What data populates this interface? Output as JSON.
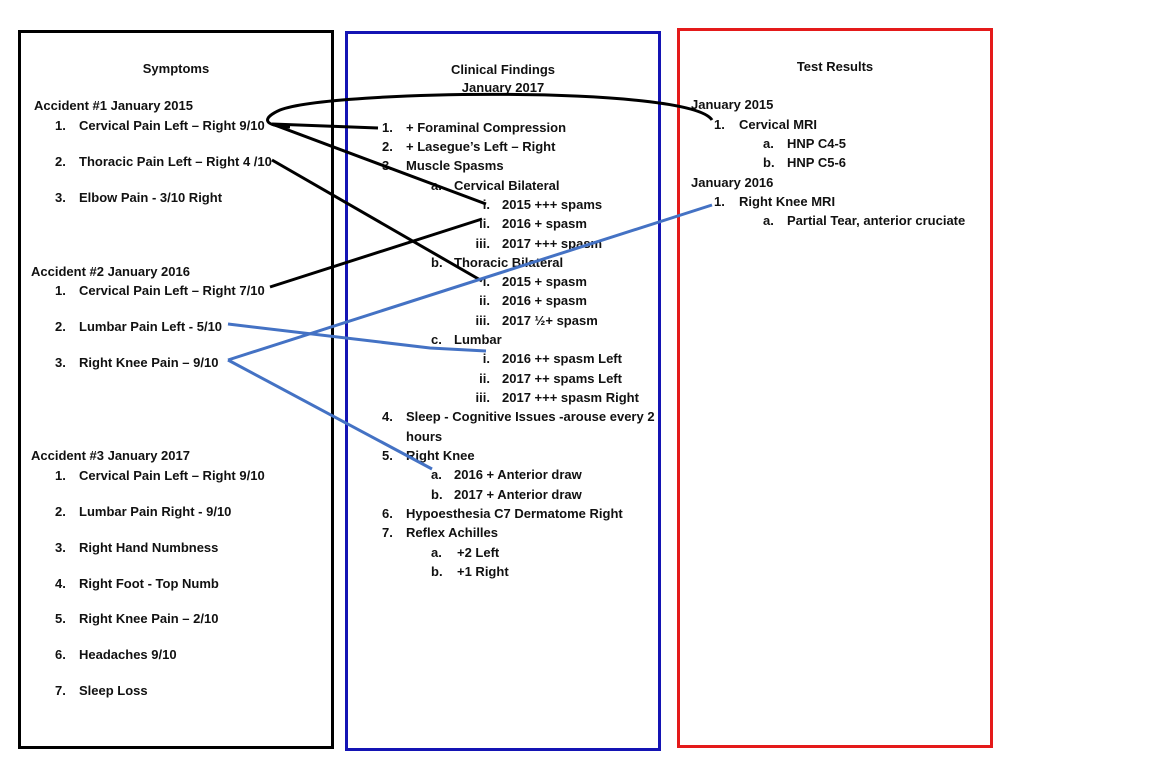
{
  "symptoms": {
    "title": "Symptoms",
    "acc1": {
      "heading": "Accident #1 January 2015",
      "items": [
        {
          "n": "1.",
          "t": "Cervical Pain Left – Right 9/10"
        },
        {
          "n": "2.",
          "t": "Thoracic Pain Left – Right 4 /10"
        },
        {
          "n": "3.",
          "t": "Elbow Pain - 3/10 Right"
        }
      ]
    },
    "acc2": {
      "heading": "Accident #2 January 2016",
      "items": [
        {
          "n": "1.",
          "t": "Cervical Pain Left – Right 7/10"
        },
        {
          "n": "2.",
          "t": "Lumbar Pain Left - 5/10"
        },
        {
          "n": "3.",
          "t": "Right Knee Pain – 9/10"
        }
      ]
    },
    "acc3": {
      "heading": "Accident #3 January 2017",
      "items": [
        {
          "n": "1.",
          "t": "Cervical Pain Left – Right 9/10"
        },
        {
          "n": "2.",
          "t": "Lumbar Pain Right - 9/10"
        },
        {
          "n": "3.",
          "t": "Right Hand Numbness"
        },
        {
          "n": "4.",
          "t": "Right Foot - Top Numb"
        },
        {
          "n": "5.",
          "t": "Right Knee Pain – 2/10"
        },
        {
          "n": "6.",
          "t": "Headaches 9/10"
        },
        {
          "n": "7.",
          "t": "Sleep Loss"
        }
      ]
    }
  },
  "findings": {
    "title": "Clinical Findings",
    "subtitle": "January 2017",
    "i1": {
      "n": "1.",
      "t": "+ Foraminal Compression"
    },
    "i2": {
      "n": "2.",
      "t": "+ Lasegue’s Left – Right"
    },
    "i3": {
      "n": "3.",
      "t": "Muscle Spasms"
    },
    "i3a": {
      "n": "a.",
      "t": "Cervical Bilateral"
    },
    "i3a1": {
      "n": "i.",
      "t": "2015 +++ spams"
    },
    "i3a2": {
      "n": "ii.",
      "t": "2016 + spasm"
    },
    "i3a3": {
      "n": "iii.",
      "t": "2017 +++ spasm"
    },
    "i3b": {
      "n": "b.",
      "t": "Thoracic Bilateral"
    },
    "i3b1": {
      "n": "i.",
      "t": "2015 + spasm"
    },
    "i3b2": {
      "n": "ii.",
      "t": "2016 + spasm"
    },
    "i3b3": {
      "n": "iii.",
      "t": "2017 ½+ spasm"
    },
    "i3c": {
      "n": "c.",
      "t": "Lumbar"
    },
    "i3c1": {
      "n": "i.",
      "t": "2016 ++ spasm Left"
    },
    "i3c2": {
      "n": "ii.",
      "t": "2017 ++ spams Left"
    },
    "i3c3": {
      "n": "iii.",
      "t": "2017 +++ spasm Right"
    },
    "i4": {
      "n": "4.",
      "t": "Sleep - Cognitive Issues -arouse every 2",
      "t2": "hours"
    },
    "i5": {
      "n": "5.",
      "t": "Right Knee"
    },
    "i5a": {
      "n": "a.",
      "t": "2016 + Anterior draw"
    },
    "i5b": {
      "n": "b.",
      "t": "2017 + Anterior draw"
    },
    "i6": {
      "n": "6.",
      "t": "Hypoesthesia C7 Dermatome Right"
    },
    "i7": {
      "n": "7.",
      "t": "Reflex Achilles"
    },
    "i7a": {
      "n": "a.",
      "t": "+2 Left"
    },
    "i7b": {
      "n": "b.",
      "t": "+1 Right"
    }
  },
  "tests": {
    "title": "Test Results",
    "y2015": "January 2015",
    "mri1": {
      "n": "1.",
      "t": "Cervical MRI"
    },
    "mri1a": {
      "n": "a.",
      "t": "HNP C4-5"
    },
    "mri1b": {
      "n": "b.",
      "t": "HNP C5-6"
    },
    "y2016": "January 2016",
    "mri2": {
      "n": "1.",
      "t": "Right Knee MRI"
    },
    "mri2a": {
      "n": "a.",
      "t": "Partial Tear, anterior cruciate"
    }
  },
  "colors": {
    "black": "#000000",
    "blue_box": "#1414b4",
    "red_box": "#e41a1a",
    "link_blue": "#4472c4"
  }
}
